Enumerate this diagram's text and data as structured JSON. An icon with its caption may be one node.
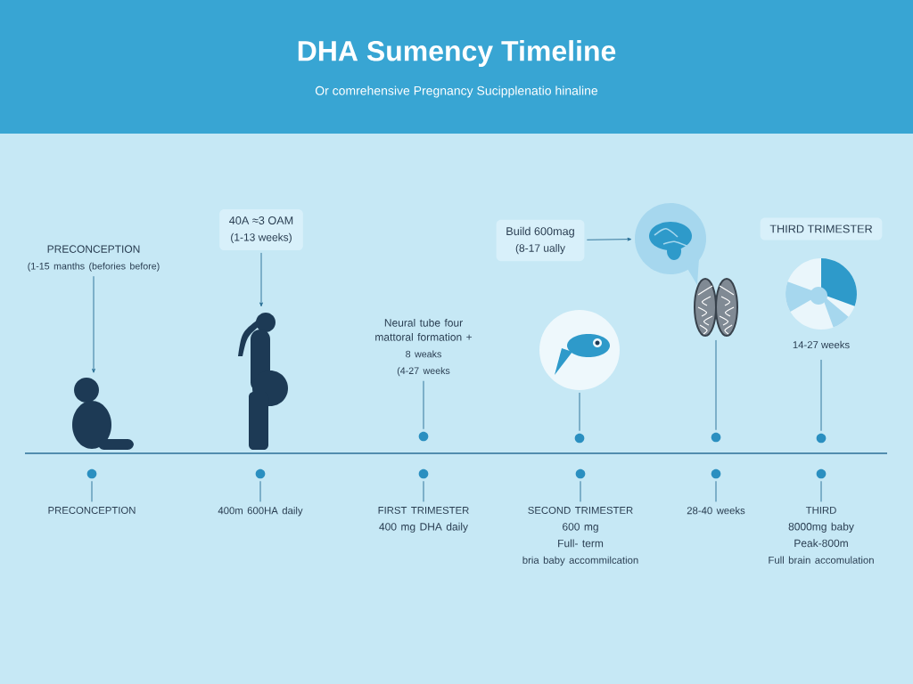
{
  "diagram": {
    "title": "DHA Sumency Timeline",
    "caption": "Or comrehensive Pregnancy Sucipplenatio hinaline",
    "nodes": [
      {
        "text": [
          "PRECONCEPTION",
          "(1-15 manths (befories before)"
        ]
      },
      {
        "text": [],
        "shape": "picture"
      },
      {
        "text": [
          "40A ≈3 OAM",
          "(1-13 weeks)"
        ]
      },
      {
        "text": [],
        "shape": "picture"
      },
      {
        "text": [
          "Neural tube four mattoral formation +",
          "8 weaks",
          "(4-27 weeks"
        ]
      },
      {
        "text": [],
        "shape": "circle"
      },
      {
        "text": [
          "Build 600mag",
          "(8-17 ually"
        ]
      },
      {
        "text": [],
        "shape": "picture"
      },
      {
        "text": [],
        "shape": "picture"
      },
      {
        "text": [],
        "shape": "circle"
      },
      {
        "text": [],
        "shape": "picture"
      },
      {
        "text": [],
        "shape": "circle"
      },
      {
        "text": [
          "THIRD TRIMESTER"
        ]
      },
      {
        "text": [],
        "shape": "picture",
        "beside": [
          "14-27 weeks"
        ]
      },
      {
        "text": [],
        "shape": "circle"
      },
      {
        "text": [],
        "shape": "circle"
      },
      {
        "text": [],
        "shape": "circle"
      },
      {
        "text": [],
        "shape": "circle"
      },
      {
        "text": [],
        "shape": "circle"
      },
      {
        "text": [],
        "shape": "circle"
      },
      {
        "text": [],
        "shape": "circle"
      },
      {
        "text": [
          "PRECONCEPTION"
        ]
      },
      {
        "text": [
          "400m 600HA daily"
        ]
      },
      {
        "text": [
          "FIRST TRIMESTER",
          "400 mg DHA daily"
        ]
      },
      {
        "text": [
          "SECOND TRIMESTER",
          "600 mg",
          "Full- term",
          "bria baby accommilcation"
        ]
      },
      {
        "text": [
          "28-40 weeks"
        ]
      },
      {
        "text": [
          "THIRD",
          "8000mg baby",
          "Peak-800m",
          "Full brain accomulation"
        ]
      }
    ],
    "edges": [
      {
        "from": 0,
        "to": 1,
        "arrow": "to"
      },
      {
        "from": 2,
        "to": 3,
        "arrow": "to"
      },
      {
        "from": 4,
        "to": 5,
        "arrow": "none"
      },
      {
        "from": 6,
        "to": 7,
        "arrow": "to"
      },
      {
        "from": 8,
        "to": 9,
        "arrow": "none"
      },
      {
        "from": 10,
        "to": 11,
        "arrow": "none"
      },
      {
        "from": 13,
        "to": 14,
        "arrow": "none"
      },
      {
        "from": 15,
        "to": 21,
        "arrow": "none"
      },
      {
        "from": 16,
        "to": 22,
        "arrow": "none"
      },
      {
        "from": 17,
        "to": 23,
        "arrow": "none"
      },
      {
        "from": 18,
        "to": 24,
        "arrow": "none"
      },
      {
        "from": 19,
        "to": 25,
        "arrow": "none"
      },
      {
        "from": 20,
        "to": 26,
        "arrow": "none"
      }
    ]
  }
}
